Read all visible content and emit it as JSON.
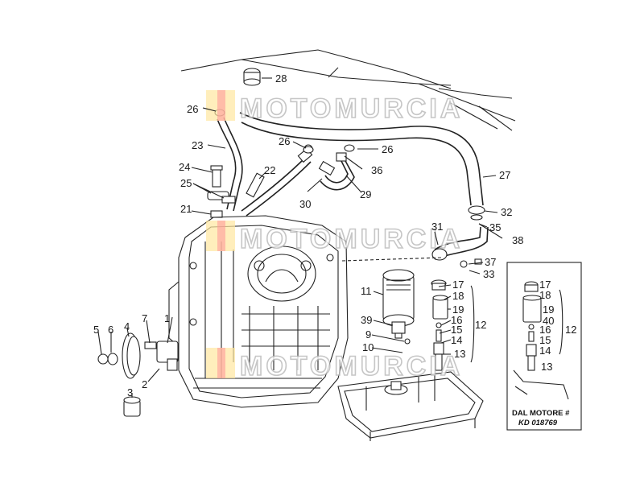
{
  "diagram": {
    "callouts": {
      "c1": "1",
      "c2": "2",
      "c3": "3",
      "c4": "4",
      "c5": "5",
      "c6": "6",
      "c7": "7",
      "c9": "9",
      "c10": "10",
      "c11": "11",
      "c12": "12",
      "c13": "13",
      "c14": "14",
      "c15": "15",
      "c16": "16",
      "c17": "17",
      "c18": "18",
      "c19": "19",
      "c21": "21",
      "c22": "22",
      "c23": "23",
      "c24": "24",
      "c25": "25",
      "c26": "26",
      "c27": "27",
      "c28": "28",
      "c29": "29",
      "c30": "30",
      "c31": "31",
      "c32": "32",
      "c33": "33",
      "c35": "35",
      "c36": "36",
      "c37": "37",
      "c38": "38",
      "c39": "39",
      "c40": "40"
    },
    "watermark": "MOTOMURCIA",
    "inset": {
      "label": "DAL MOTORE #",
      "code": "KD 018769"
    }
  }
}
